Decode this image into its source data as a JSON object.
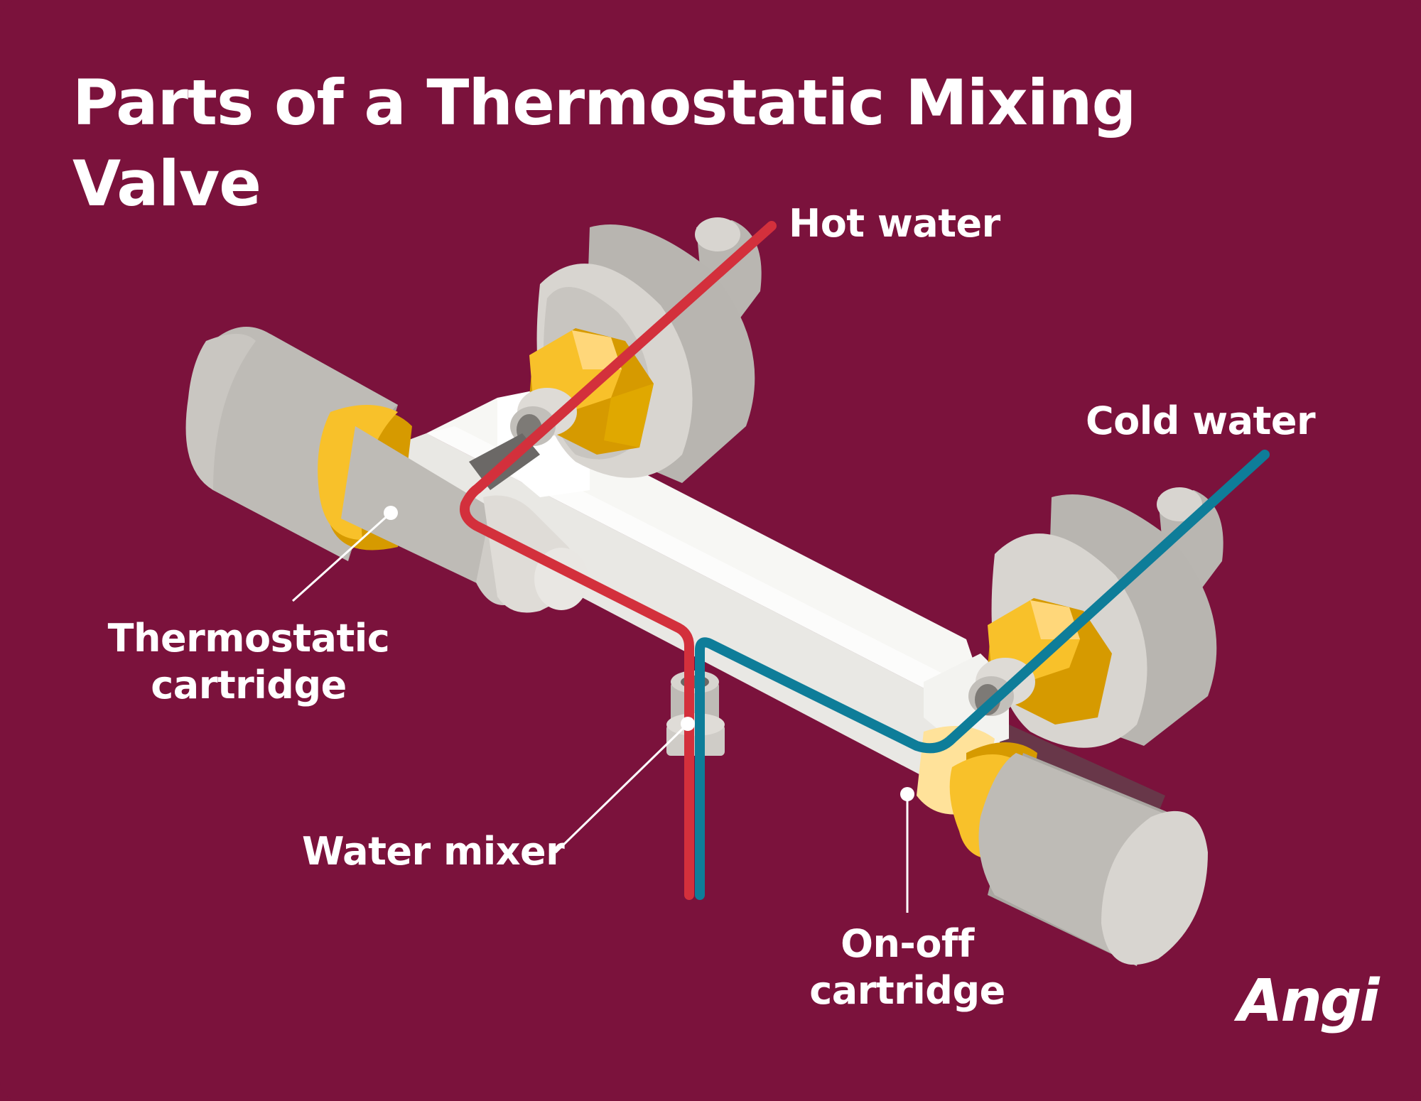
{
  "title": "Parts of a Thermostatic Mixing Valve",
  "labels": {
    "hot_water": "Hot water",
    "cold_water": "Cold water",
    "thermostatic_cartridge_line1": "Thermostatic",
    "thermostatic_cartridge_line2": "cartridge",
    "water_mixer": "Water mixer",
    "on_off_cartridge_line1": "On-off",
    "on_off_cartridge_line2": "cartridge"
  },
  "brand": {
    "logo": "Angi"
  },
  "colors": {
    "background": "#7b123c",
    "hot_line": "#d3303c",
    "cold_line": "#0e7d99",
    "body": "#f2f2ef",
    "metal": "#cfccc7",
    "nut": "#f8c12a",
    "gasket": "#d69a00",
    "text": "#ffffff"
  }
}
